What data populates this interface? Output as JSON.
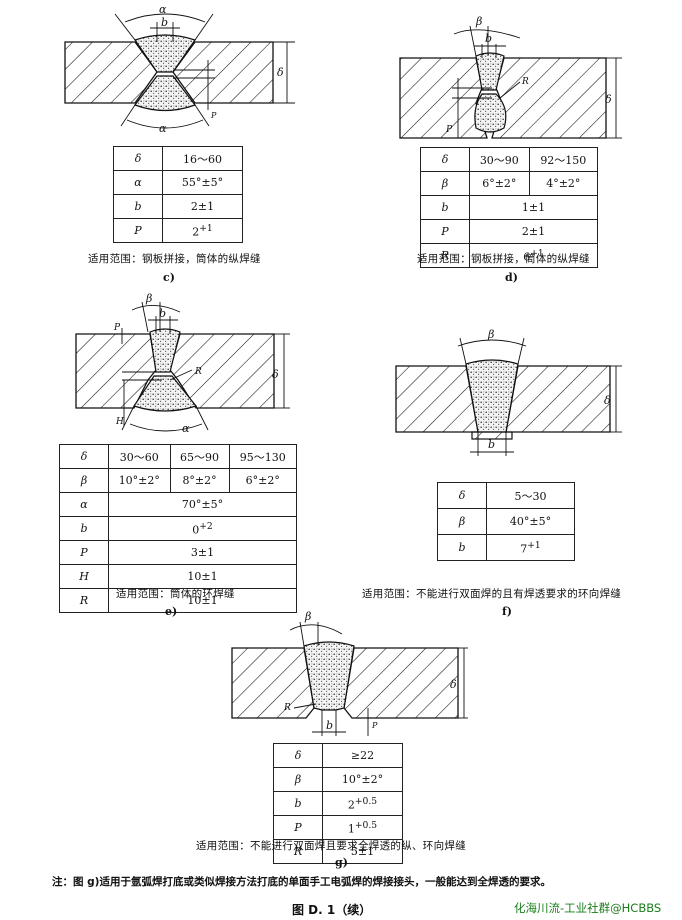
{
  "panel_c": {
    "labels": {
      "alpha_top": "α",
      "alpha_bottom": "α",
      "b": "b",
      "delta": "δ",
      "p": "P"
    },
    "table": [
      {
        "sym": "δ",
        "val": "16～60"
      },
      {
        "sym": "α",
        "val": "55°±5°"
      },
      {
        "sym": "b",
        "val": "2±1"
      },
      {
        "sym": "P",
        "val": "2",
        "sup": "+1"
      }
    ],
    "note": "适用范围：钢板拼接，筒体的纵焊缝",
    "caption": "c)"
  },
  "panel_d": {
    "labels": {
      "beta": "β",
      "b": "b",
      "delta": "δ",
      "p": "P",
      "r": "R"
    },
    "table": [
      {
        "sym": "δ",
        "v1": "30～90",
        "v2": "92～150"
      },
      {
        "sym": "β",
        "v1": "6°±2°",
        "v2": "4°±2°"
      },
      {
        "sym": "b",
        "val": "1±1"
      },
      {
        "sym": "P",
        "val": "2±1"
      },
      {
        "sym": "R",
        "val": "6",
        "sup": "+1"
      }
    ],
    "note": "适用范围：钢板拼接，筒体的纵焊缝",
    "caption": "d)"
  },
  "panel_e": {
    "labels": {
      "beta": "β",
      "b": "b",
      "delta": "δ",
      "p": "P",
      "r": "R",
      "h": "H",
      "alpha": "α"
    },
    "table": [
      {
        "sym": "δ",
        "v1": "30～60",
        "v2": "65～90",
        "v3": "95～130"
      },
      {
        "sym": "β",
        "v1": "10°±2°",
        "v2": "8°±2°",
        "v3": "6°±2°"
      },
      {
        "sym": "α",
        "val": "70°±5°"
      },
      {
        "sym": "b",
        "val": "0",
        "sup": "+2"
      },
      {
        "sym": "P",
        "val": "3±1"
      },
      {
        "sym": "H",
        "val": "10±1"
      },
      {
        "sym": "R",
        "val": "10±1"
      }
    ],
    "note": "适用范围：筒体的环焊缝",
    "caption": "e)"
  },
  "panel_f": {
    "labels": {
      "beta": "β",
      "b": "b",
      "delta": "δ"
    },
    "table": [
      {
        "sym": "δ",
        "val": "5～30"
      },
      {
        "sym": "β",
        "val": "40°±5°"
      },
      {
        "sym": "b",
        "val": "7",
        "sup": "+1"
      }
    ],
    "note": "适用范围：不能进行双面焊的且有焊透要求的环向焊缝",
    "caption": "f)"
  },
  "panel_g": {
    "labels": {
      "beta": "β",
      "b": "b",
      "delta": "δ",
      "r": "R",
      "p": "P"
    },
    "table": [
      {
        "sym": "δ",
        "val": "≥22"
      },
      {
        "sym": "β",
        "val": "10°±2°"
      },
      {
        "sym": "b",
        "val": "2",
        "sup": "+0.5"
      },
      {
        "sym": "P",
        "val": "1",
        "sup": "+0.5"
      },
      {
        "sym": "R",
        "val": "5±1"
      }
    ],
    "note": "适用范围：不能进行双面焊且要求全焊透的纵、环向焊缝",
    "caption": "g)"
  },
  "footnote": "注：图 g)适用于氩弧焊打底或类似焊接方法打底的单面手工电弧焊的焊接接头，一般能达到全焊透的要求。",
  "figure_title": "图 D. 1（续）",
  "watermark": "化海川流-工业社群@HCBBS"
}
